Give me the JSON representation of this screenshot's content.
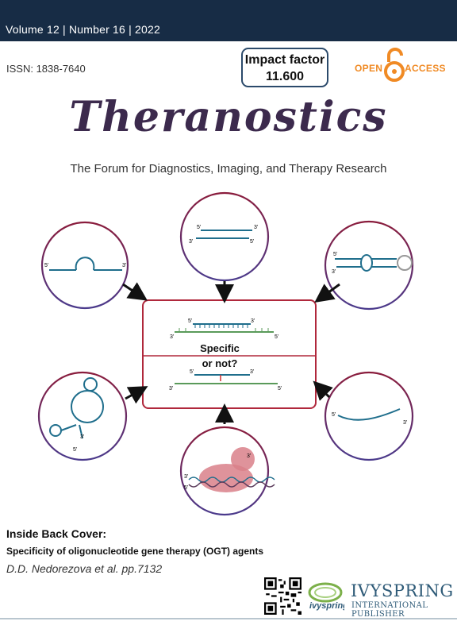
{
  "header": {
    "issue": "Volume 12 | Number 16 | 2022"
  },
  "issn": "ISSN: 1838-7640",
  "impact_factor": {
    "label": "Impact factor",
    "value": "11.600"
  },
  "open_access": {
    "left": "OPEN",
    "right": "ACCESS",
    "icon": "open-lock-icon"
  },
  "journal": {
    "title": "Theranostics",
    "subtitle": "The Forum for Diagnostics, Imaging, and Therapy Research"
  },
  "figure": {
    "center_line1": "Specific",
    "center_line2": "or not?",
    "strand_labels": {
      "five": "5'",
      "three": "3'"
    },
    "colors": {
      "strand": "#1f6e8c",
      "target": "#5a9a5a",
      "circle": "#7a2040",
      "mismatch": "#d03030"
    }
  },
  "inside_cover": {
    "label": "Inside Back Cover:",
    "title": "Specificity of oligonucleotide gene therapy (OGT) agents",
    "authors": "D.D. Nedorezova et al. pp.7132"
  },
  "publisher": {
    "name": "IVYSPRING",
    "subtitle": "INTERNATIONAL PUBLISHER",
    "logo_text": "ivyspring"
  }
}
